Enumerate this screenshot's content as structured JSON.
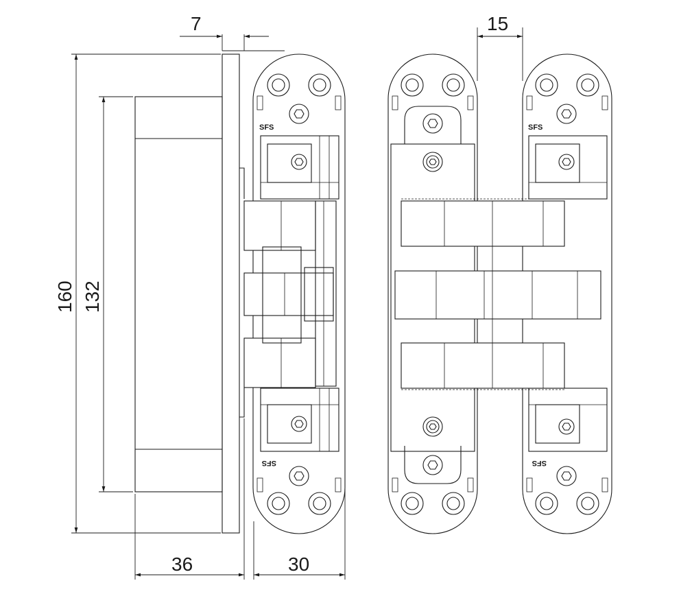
{
  "dimensions": {
    "top_left": "7",
    "top_right": "15",
    "height_total": "160",
    "height_inner": "132",
    "depth_body": "36",
    "width_plate": "30"
  },
  "logo": {
    "brand": "SFS"
  },
  "colors": {
    "line": "#1a1a1a",
    "background": "#ffffff"
  },
  "icons": [
    "hex-socket-screw-icon",
    "mounting-hole-icon"
  ]
}
